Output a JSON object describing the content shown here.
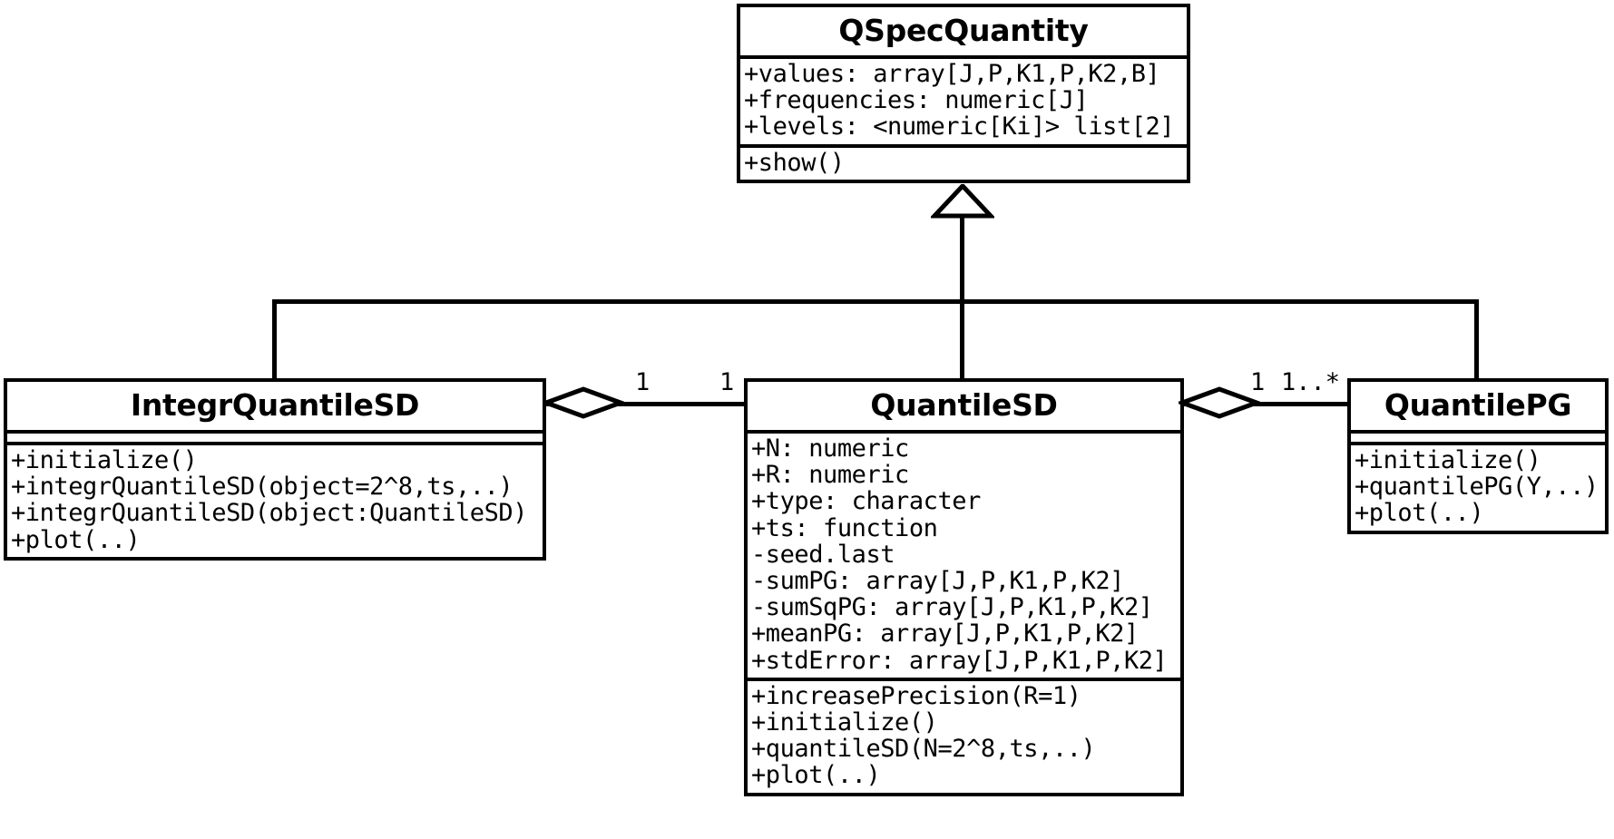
{
  "diagram": {
    "kind": "uml-class-diagram",
    "background_color": "#ffffff",
    "line_color": "#000000",
    "classes": [
      {
        "id": "qspecquantity",
        "name": "QSpecQuantity",
        "attributes": [
          "+values: array[J,P,K1,P,K2,B]",
          "+frequencies: numeric[J]",
          "+levels: <numeric[Ki]> list[2]"
        ],
        "methods": [
          "+show()"
        ]
      },
      {
        "id": "integrquantilesd",
        "name": "IntegrQuantileSD",
        "attributes": [],
        "methods": [
          "+initialize()",
          "+integrQuantileSD(object=2^8,ts,..)",
          "+integrQuantileSD(object:QuantileSD)",
          "+plot(..)"
        ]
      },
      {
        "id": "quantilesd",
        "name": "QuantileSD",
        "attributes": [
          "+N: numeric",
          "+R: numeric",
          "+type: character",
          "+ts: function",
          "-seed.last",
          "-sumPG: array[J,P,K1,P,K2]",
          "-sumSqPG: array[J,P,K1,P,K2]",
          "+meanPG: array[J,P,K1,P,K2]",
          "+stdError: array[J,P,K1,P,K2]"
        ],
        "methods": [
          "+increasePrecision(R=1)",
          "+initialize()",
          "+quantileSD(N=2^8,ts,..)",
          "+plot(..)"
        ]
      },
      {
        "id": "quantilepg",
        "name": "QuantilePG",
        "attributes": [],
        "methods": [
          "+initialize()",
          "+quantilePG(Y,..)",
          "+plot(..)"
        ]
      }
    ],
    "relationships": [
      {
        "id": "gen-integrquantilesd",
        "type": "generalization",
        "from": "IntegrQuantileSD",
        "to": "QSpecQuantity",
        "arrow": "hollow-triangle"
      },
      {
        "id": "gen-quantilesd",
        "type": "generalization",
        "from": "QuantileSD",
        "to": "QSpecQuantity",
        "arrow": "hollow-triangle"
      },
      {
        "id": "gen-quantilepg",
        "type": "generalization",
        "from": "QuantilePG",
        "to": "QSpecQuantity",
        "arrow": "hollow-triangle"
      },
      {
        "id": "agg-integr-quantilesd",
        "type": "aggregation",
        "from": "IntegrQuantileSD",
        "to": "QuantileSD",
        "arrow": "hollow-diamond",
        "source_multiplicity": "1",
        "target_multiplicity": "1"
      },
      {
        "id": "agg-quantilepg-quantilesd",
        "type": "aggregation",
        "from": "QuantilePG",
        "to": "QuantileSD",
        "arrow": "hollow-diamond",
        "source_multiplicity": "1",
        "target_multiplicity": "1..*"
      }
    ],
    "multiplicity_labels": {
      "left_near_diamond": "1",
      "left_near_quantilesd": "1",
      "right_near_quantilesd": "1",
      "right_near_quantilepg": "1..*"
    }
  }
}
